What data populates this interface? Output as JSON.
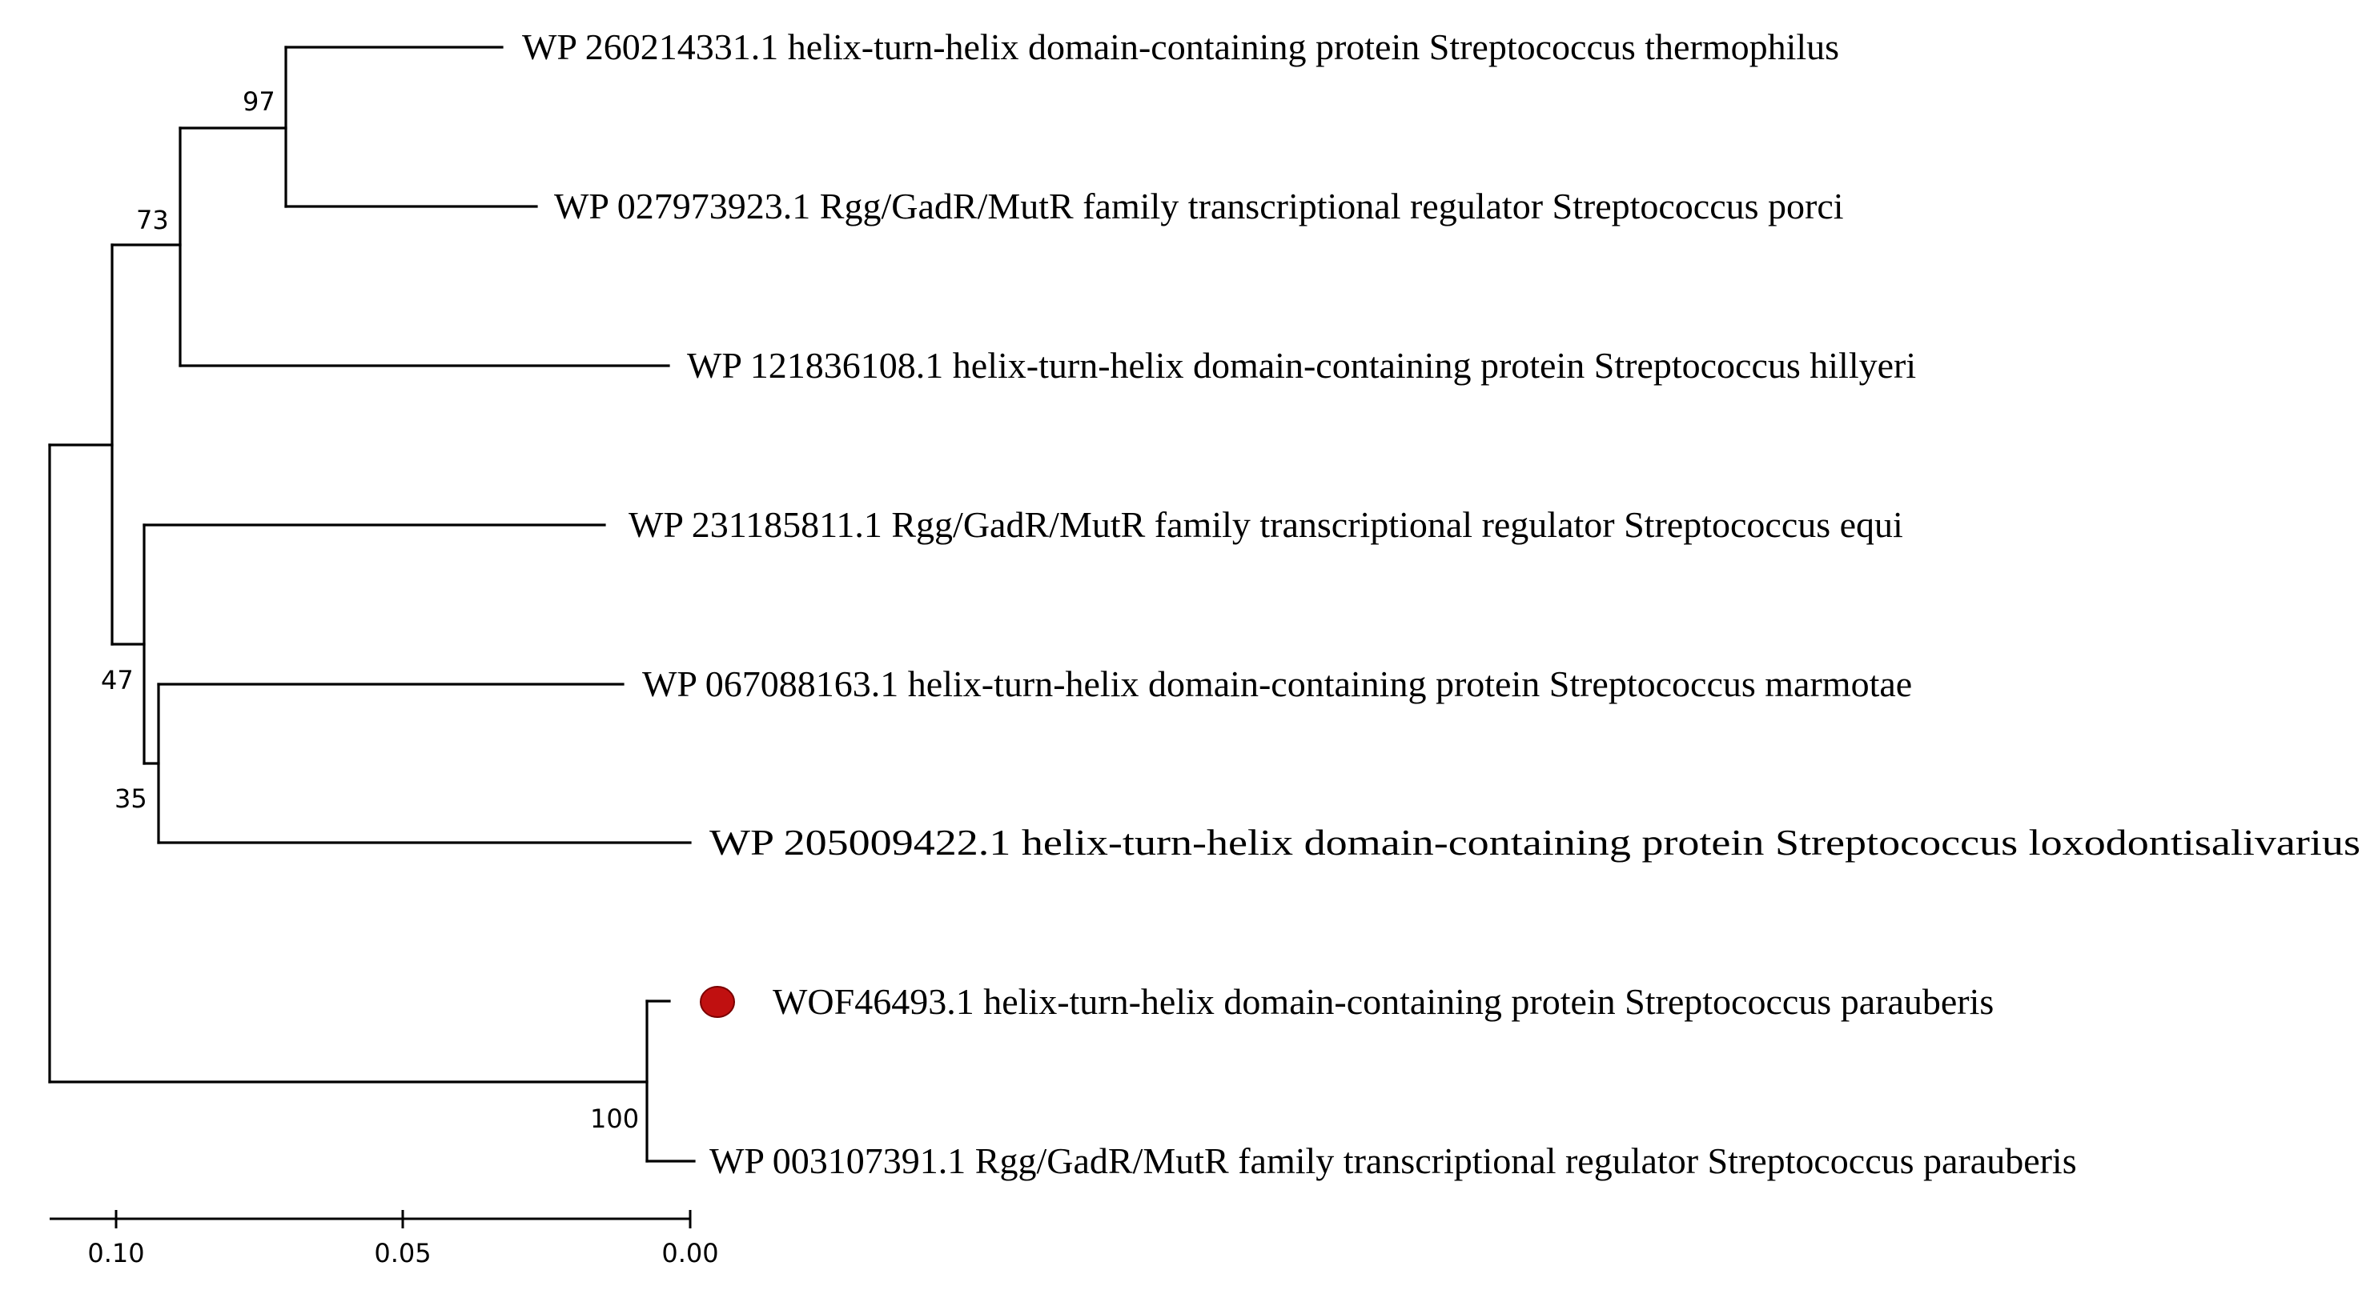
{
  "leaves": [
    {
      "id": "thermophilus",
      "label": "WP 260214331.1 helix-turn-helix domain-containing protein Streptococcus thermophilus"
    },
    {
      "id": "porci",
      "label": "WP 027973923.1 Rgg/GadR/MutR family transcriptional regulator Streptococcus porci"
    },
    {
      "id": "hillyeri",
      "label": "WP 121836108.1 helix-turn-helix domain-containing protein Streptococcus hillyeri"
    },
    {
      "id": "equi",
      "label": "WP 231185811.1 Rgg/GadR/MutR family transcriptional regulator Streptococcus equi"
    },
    {
      "id": "marmotae",
      "label": "WP 067088163.1 helix-turn-helix domain-containing protein Streptococcus marmotae"
    },
    {
      "id": "loxodontisalivarius",
      "label": "WP 205009422.1 helix-turn-helix domain-containing protein Streptococcus loxodontisalivarius"
    },
    {
      "id": "parauberis-query",
      "label": "WOF46493.1 helix-turn-helix domain-containing protein Streptococcus parauberis",
      "highlighted": true
    },
    {
      "id": "parauberis-ref",
      "label": "WP 003107391.1 Rgg/GadR/MutR family transcriptional regulator Streptococcus parauberis"
    }
  ],
  "bootstrap_values": {
    "thermophilus_porci": "97",
    "with_hillyeri": "73",
    "equi_group": "47",
    "marmotae_loxodontisalivarius": "35",
    "parauberis_pair": "100"
  },
  "scale_bar": {
    "ticks": [
      "0.10",
      "0.05",
      "0.00"
    ]
  },
  "colors": {
    "marker": "#c01010",
    "lines": "#000000"
  }
}
